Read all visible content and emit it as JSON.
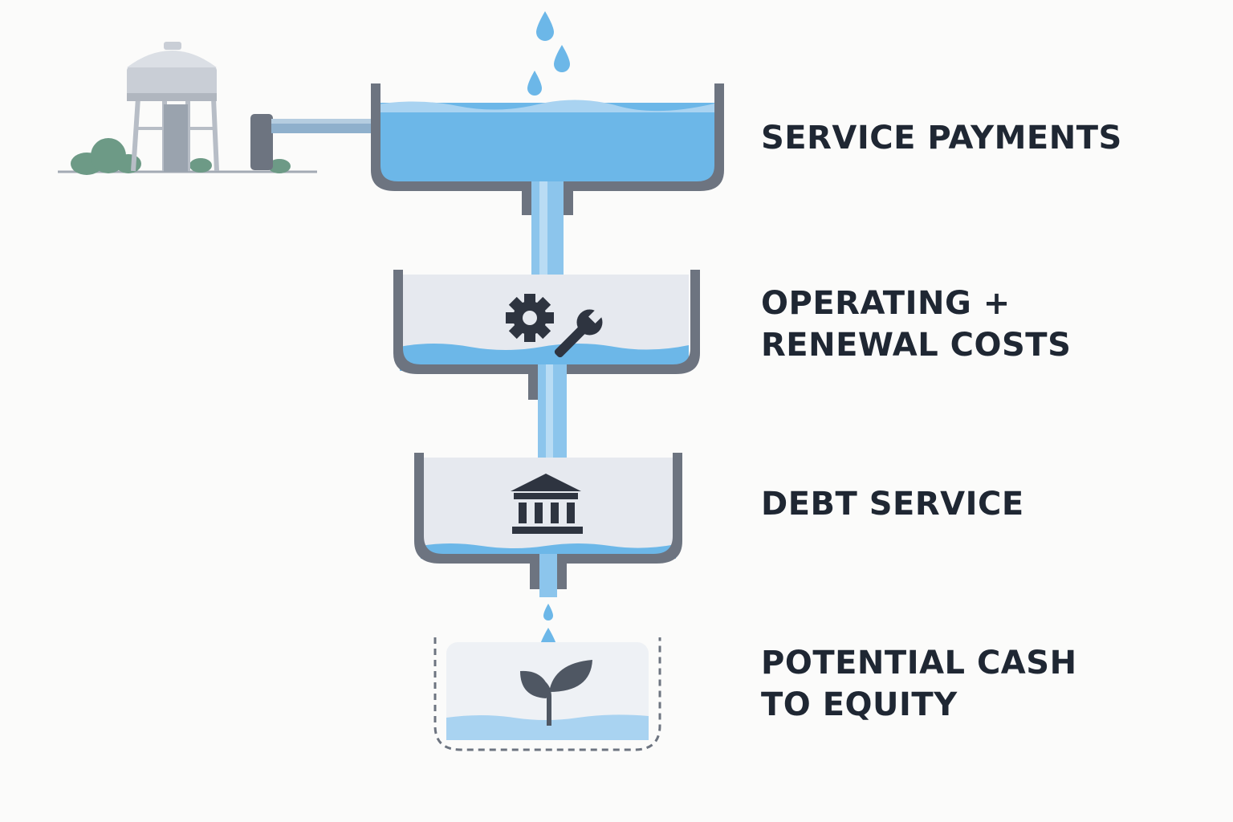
{
  "tiers": [
    {
      "id": "service-payments",
      "lines": [
        "SERVICE PAYMENTS"
      ],
      "icon": "water-tower-icon"
    },
    {
      "id": "operating-renewal",
      "lines": [
        "OPERATING +",
        "RENEWAL COSTS"
      ],
      "icon": "gear-wrench-icon"
    },
    {
      "id": "debt-service",
      "lines": [
        "DEBT SERVICE"
      ],
      "icon": "bank-building-icon"
    },
    {
      "id": "cash-to-equity",
      "lines": [
        "POTENTIAL CASH",
        "TO EQUITY"
      ],
      "icon": "sprout-icon"
    }
  ],
  "colors": {
    "water": "#6cb7e8",
    "water_light": "#a9d3f1",
    "basin_wall": "#6d7480",
    "basin_fill": "#e6e9ef",
    "icon": "#2e3440",
    "text": "#1f2733",
    "foliage": "#6d9a86"
  }
}
